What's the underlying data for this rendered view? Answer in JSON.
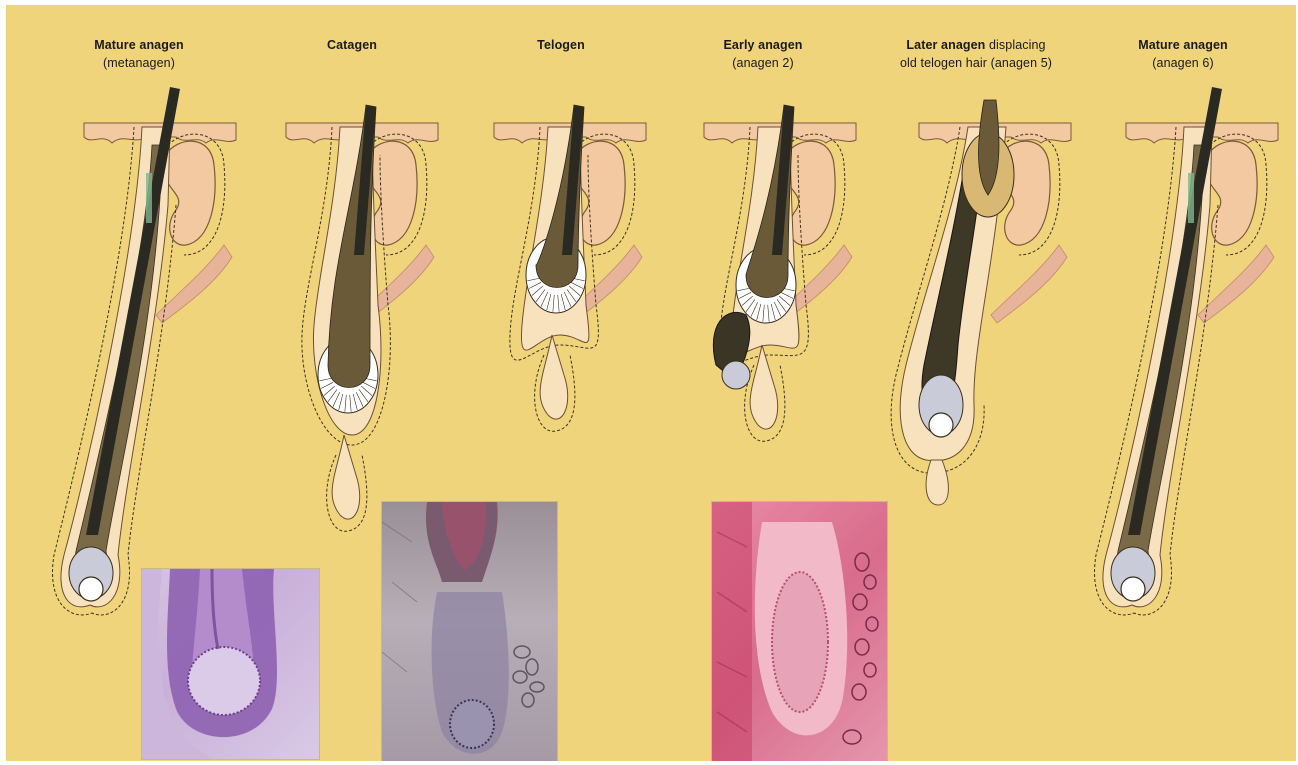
{
  "stages": [
    {
      "id": "mature-anagen",
      "title": "Mature anagen",
      "subtitle": "(metanagen)",
      "title_suffix": ""
    },
    {
      "id": "catagen",
      "title": "Catagen",
      "subtitle": "",
      "title_suffix": ""
    },
    {
      "id": "telogen",
      "title": "Telogen",
      "subtitle": "",
      "title_suffix": ""
    },
    {
      "id": "early-anagen",
      "title": "Early anagen",
      "subtitle": "(anagen 2)",
      "title_suffix": ""
    },
    {
      "id": "later-anagen",
      "title": "Later anagen",
      "title_suffix": " displacing",
      "subtitle": "old telogen hair (anagen 5)"
    },
    {
      "id": "mature-anagen-6",
      "title": "Mature anagen",
      "subtitle": "(anagen 6)",
      "title_suffix": ""
    }
  ],
  "micrographs": [
    {
      "id": "anagen-bulb",
      "stain": "purple"
    },
    {
      "id": "catagen-club",
      "stain": "grey-violet"
    },
    {
      "id": "telogen-section",
      "stain": "pink"
    }
  ],
  "colors": {
    "background": "#f0d47c",
    "skin": "#f3c9a2",
    "sheath": "#f8e2be",
    "hair_shaft": "#2a2a22",
    "club": "#6b5a37",
    "papilla": "#c9cbd8"
  }
}
